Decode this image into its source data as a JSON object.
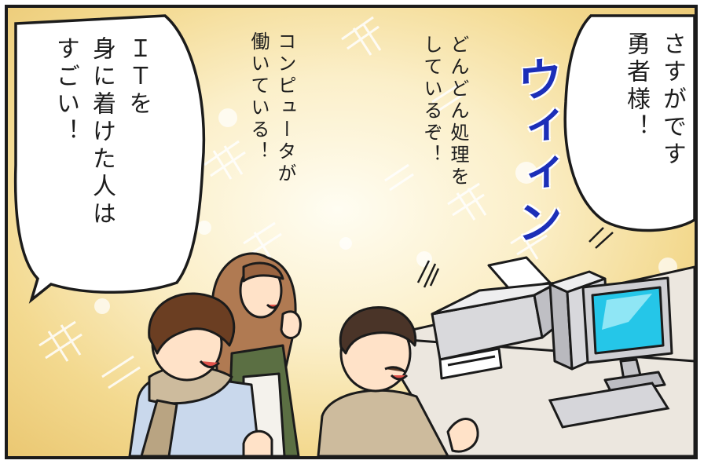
{
  "dialogue": {
    "bubble_right": "さすがです\n勇者様！",
    "bubble_left": "ＩＴを\n身に着けた人は\nすごい！",
    "float_computer": "コンピュータが\n働いている！",
    "float_processing": "どんどん処理を\nしているぞ！"
  },
  "sound_effect": {
    "text": "ウィィン",
    "color": "#1c2fb8"
  },
  "colors": {
    "background_glow": "#f3d98f",
    "monitor_screen": "#25c6e8",
    "outline": "#1b1b1b"
  }
}
